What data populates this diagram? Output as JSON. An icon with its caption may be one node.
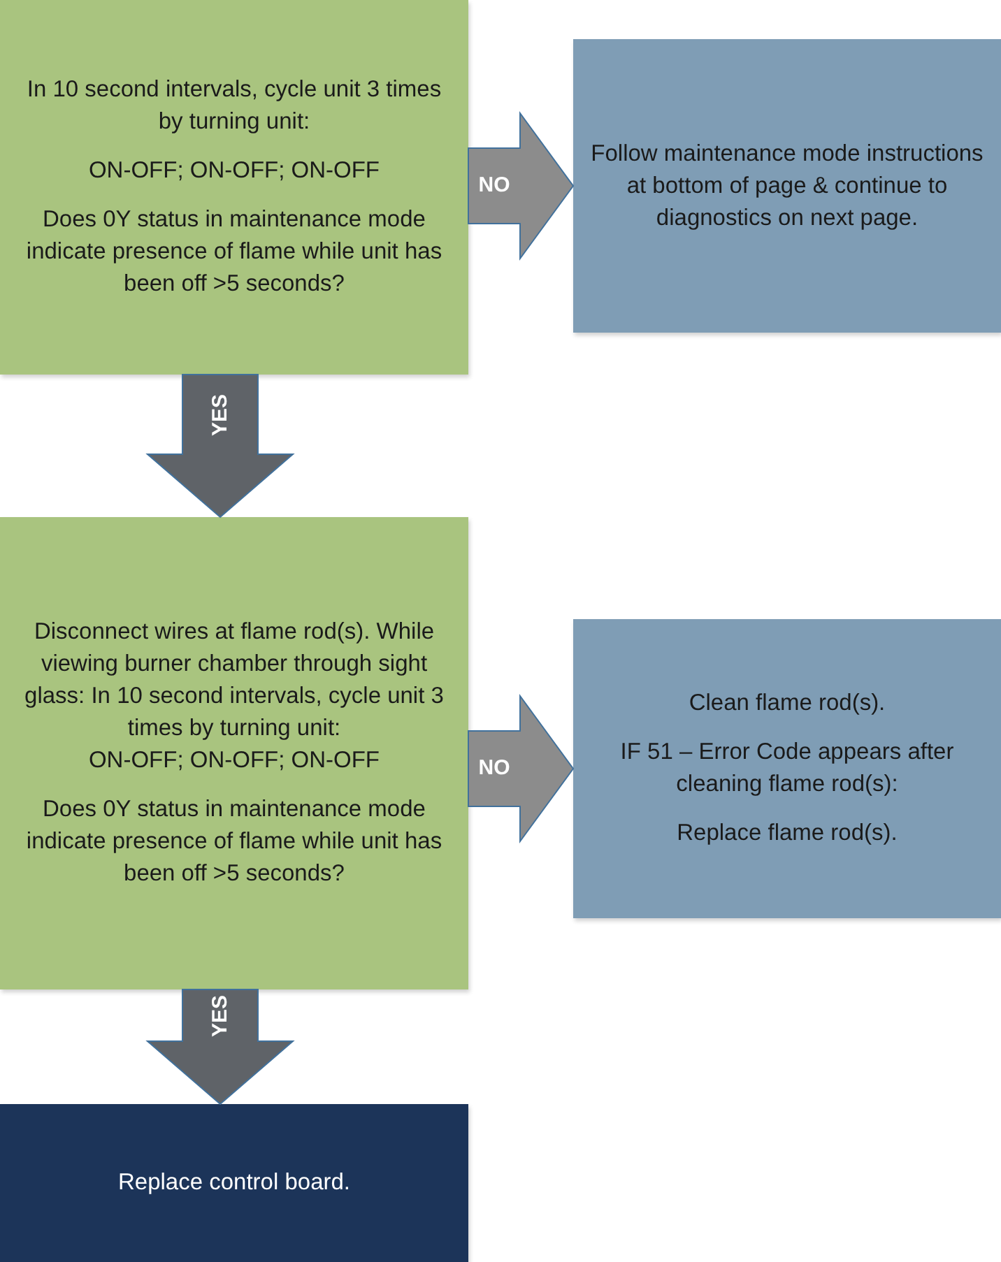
{
  "diagram": {
    "nodes": [
      {
        "text": [
          "In 10 second intervals, cycle unit 3 times by turning unit:",
          "ON-OFF; ON-OFF; ON-OFF",
          "Does 0Y status in maintenance mode indicate presence of flame while unit has been off >5 seconds?"
        ]
      },
      {
        "text": [
          "Follow maintenance mode instructions at bottom of page & continue to diagnostics on next page."
        ]
      },
      {
        "text": [
          "Disconnect wires at flame rod(s).  While viewing burner chamber through sight glass:  In 10 second intervals, cycle unit 3 times by turning unit:",
          "ON-OFF; ON-OFF; ON-OFF",
          "Does 0Y status in maintenance mode indicate presence of flame while unit has been off >5 seconds?"
        ]
      },
      {
        "text": [
          "Clean flame rod(s).",
          "IF 51 – Error Code appears after cleaning flame rod(s):",
          "Replace flame rod(s)."
        ]
      },
      {
        "text": [
          "Replace control board."
        ]
      }
    ],
    "edges": [
      {
        "from": 0,
        "to": 1,
        "arrow": "to",
        "label": "NO",
        "color": "#8c8c8c"
      },
      {
        "from": 0,
        "to": 2,
        "arrow": "to",
        "label": "YES",
        "color": "#5f6368"
      },
      {
        "from": 2,
        "to": 3,
        "arrow": "to",
        "label": "NO",
        "color": "#8c8c8c"
      },
      {
        "from": 2,
        "to": 4,
        "arrow": "to",
        "label": "YES",
        "color": "#5f6368"
      }
    ]
  }
}
